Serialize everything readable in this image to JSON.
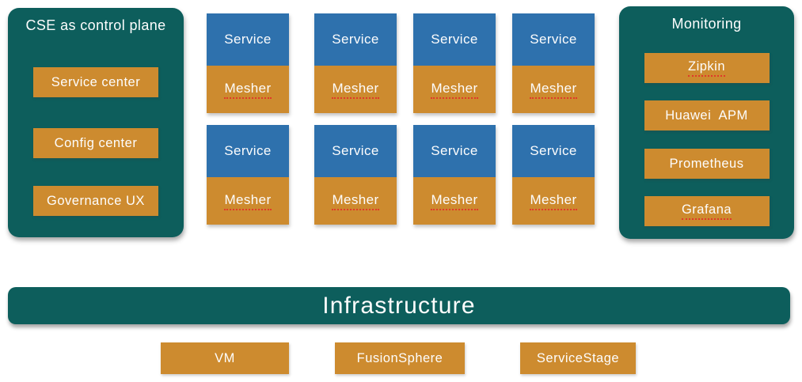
{
  "control_plane": {
    "title": "CSE as control plane",
    "boxes": [
      "Service center",
      "Config center",
      "Governance UX"
    ]
  },
  "mesh": {
    "pairs": [
      {
        "service": "Service",
        "mesher": "Mesher"
      },
      {
        "service": "Service",
        "mesher": "Mesher"
      },
      {
        "service": "Service",
        "mesher": "Mesher"
      },
      {
        "service": "Service",
        "mesher": "Mesher"
      },
      {
        "service": "Service",
        "mesher": "Mesher"
      },
      {
        "service": "Service",
        "mesher": "Mesher"
      },
      {
        "service": "Service",
        "mesher": "Mesher"
      },
      {
        "service": "Service",
        "mesher": "Mesher"
      }
    ]
  },
  "monitoring": {
    "title": "Monitoring",
    "boxes": [
      "Zipkin",
      "Huawei  APM",
      "Prometheus",
      "Grafana"
    ]
  },
  "infrastructure": {
    "title": "Infrastructure",
    "boxes": [
      "VM",
      "FusionSphere",
      "ServiceStage"
    ]
  },
  "colors": {
    "teal": "#0d5e5c",
    "orange": "#cd8b2f",
    "blue": "#2e71ad",
    "spellcheck_red": "#e0392a",
    "text": "#fdfdfd"
  }
}
